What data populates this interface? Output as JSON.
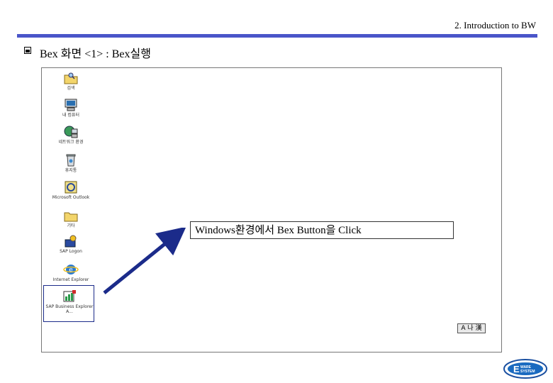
{
  "header": {
    "section_title": "2. Introduction to BW"
  },
  "slide": {
    "title": "Bex 화면 <1> : Bex실행"
  },
  "desktop": {
    "icons": [
      {
        "name": "folder-search-icon",
        "label": "검색"
      },
      {
        "name": "my-computer-icon",
        "label": "내 컴퓨터"
      },
      {
        "name": "network-icon",
        "label": "네트워크 환경"
      },
      {
        "name": "recycle-bin-icon",
        "label": "휴지통"
      },
      {
        "name": "outlook-icon",
        "label": "Microsoft Outlook"
      },
      {
        "name": "folder-icon",
        "label": "기타"
      },
      {
        "name": "sap-logon-icon",
        "label": "SAP Logon"
      },
      {
        "name": "internet-explorer-icon",
        "label": "Internet Explorer"
      },
      {
        "name": "sap-bex-analyzer-icon",
        "label": "SAP Business Explorer A..."
      }
    ],
    "callout": "Windows환경에서 Bex Button을 Click",
    "ime_indicator": "A 나 漢"
  },
  "colors": {
    "accent_rule": "#4a55c9",
    "selection_border": "#1b2b8a",
    "arrow": "#1b2b8a"
  },
  "footer": {
    "logo_text": "EWARE SYSTEM"
  }
}
